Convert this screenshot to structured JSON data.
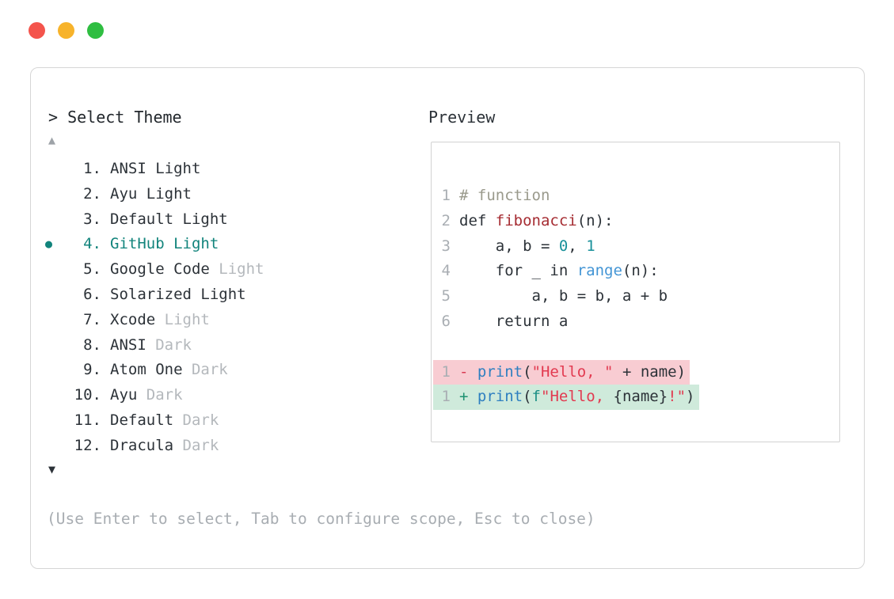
{
  "traffic_lights": {
    "close_color": "#f4544c",
    "minimize_color": "#f7b32b",
    "zoom_color": "#2fbe41"
  },
  "prompt": {
    "caret": "> ",
    "label": "Select Theme"
  },
  "scroll": {
    "up": "▲",
    "down": "▼"
  },
  "selected_bullet": "●",
  "themes": [
    {
      "num": "1.",
      "name": "ANSI Light",
      "muted": ""
    },
    {
      "num": "2.",
      "name": "Ayu Light",
      "muted": ""
    },
    {
      "num": "3.",
      "name": "Default Light",
      "muted": ""
    },
    {
      "num": "4.",
      "name": "GitHub Light",
      "muted": "",
      "selected": true
    },
    {
      "num": "5.",
      "name": "Google Code ",
      "muted": "Light"
    },
    {
      "num": "6.",
      "name": "Solarized Light",
      "muted": ""
    },
    {
      "num": "7.",
      "name": "Xcode ",
      "muted": "Light"
    },
    {
      "num": "8.",
      "name": "ANSI ",
      "muted": "Dark"
    },
    {
      "num": "9.",
      "name": "Atom One ",
      "muted": "Dark"
    },
    {
      "num": "10.",
      "name": "Ayu ",
      "muted": "Dark"
    },
    {
      "num": "11.",
      "name": "Default ",
      "muted": "Dark"
    },
    {
      "num": "12.",
      "name": "Dracula ",
      "muted": "Dark"
    }
  ],
  "preview": {
    "title": "Preview",
    "lines": [
      {
        "n": "1",
        "comment": "# function"
      },
      {
        "n": "2",
        "kw": "def ",
        "fn": "fibonacci",
        "rest": "(n):"
      },
      {
        "n": "3",
        "pre": "    a, b = ",
        "v1": "0",
        "mid": ", ",
        "v2": "1"
      },
      {
        "n": "4",
        "pre": "    for _ in ",
        "builtin": "range",
        "rest": "(n):"
      },
      {
        "n": "5",
        "pre": "        a, b = b, a + b"
      },
      {
        "n": "6",
        "pre": "    return a"
      }
    ],
    "diff": [
      {
        "n": "1",
        "sign": "- ",
        "fn": "print",
        "open": "(",
        "str": "\"Hello, \"",
        "rest": " + name)"
      },
      {
        "n": "1",
        "sign": "+ ",
        "fn": "print",
        "open": "(",
        "fpfx": "f",
        "str": "\"Hello, ",
        "interp": "{name}",
        "str2": "!\"",
        "close": ")"
      }
    ]
  },
  "hint": "(Use Enter to select, Tab to configure scope, Esc to close)",
  "colors": {
    "accent_teal": "#12847c",
    "diff_removed_bg": "#f8ccd2",
    "diff_added_bg": "#cfeadb",
    "string_red": "#e23a50",
    "function_red": "#a62d33",
    "call_blue": "#2e7fc0",
    "builtin_blue": "#4395d5",
    "number_teal": "#18909a",
    "comment_gray": "#9a9a8c",
    "muted_gray": "#b4b8bc"
  }
}
